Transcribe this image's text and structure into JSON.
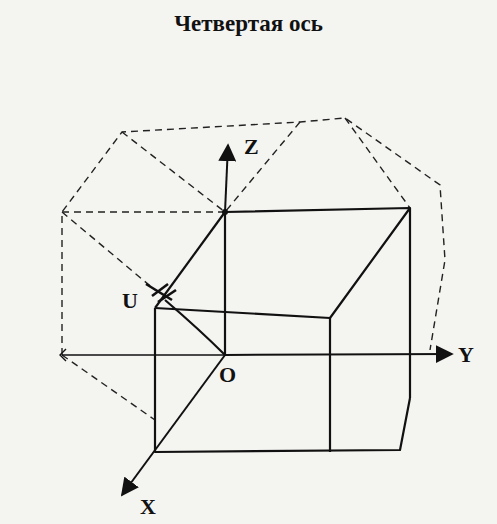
{
  "diagram": {
    "title": "Четвертая ось",
    "labels": [
      "Z",
      "Y",
      "X",
      "U",
      "O"
    ]
  }
}
